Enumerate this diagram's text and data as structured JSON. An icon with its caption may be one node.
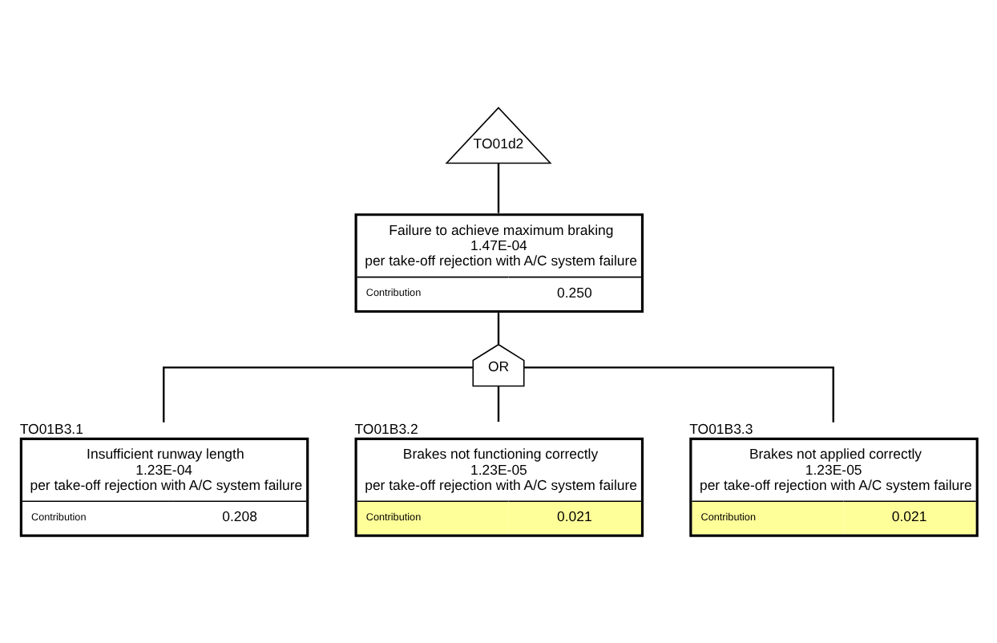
{
  "diagram": {
    "nodes": [
      {
        "text": [
          "TO01d2"
        ]
      },
      {
        "text": [
          "Failure to achieve maximum braking",
          "1.47E-04",
          "per take-off rejection with A/C system failure",
          "Contribution",
          "0.250"
        ]
      },
      {
        "text": [
          "OR"
        ]
      },
      {
        "text": [
          "Insufficient runway length",
          "1.23E-04",
          "per take-off rejection with A/C system failure",
          "Contribution",
          "0.208"
        ],
        "beside": [
          "TO01B3.1"
        ]
      },
      {
        "text": [
          "Brakes not functioning correctly",
          "1.23E-05",
          "per take-off rejection with A/C system failure",
          "Contribution",
          "0.021"
        ],
        "beside": [
          "TO01B3.2"
        ]
      },
      {
        "text": [
          "Brakes not applied correctly",
          "1.23E-05",
          "per take-off rejection with A/C system failure",
          "Contribution",
          "0.021"
        ],
        "beside": [
          "TO01B3.3"
        ]
      }
    ],
    "edges": [
      {
        "from": 0,
        "to": 1,
        "arrow": "none"
      },
      {
        "from": 1,
        "to": 2,
        "arrow": "none"
      },
      {
        "from": 2,
        "to": 3,
        "arrow": "none"
      },
      {
        "from": 2,
        "to": 4,
        "arrow": "none"
      },
      {
        "from": 2,
        "to": 5,
        "arrow": "none"
      }
    ]
  }
}
